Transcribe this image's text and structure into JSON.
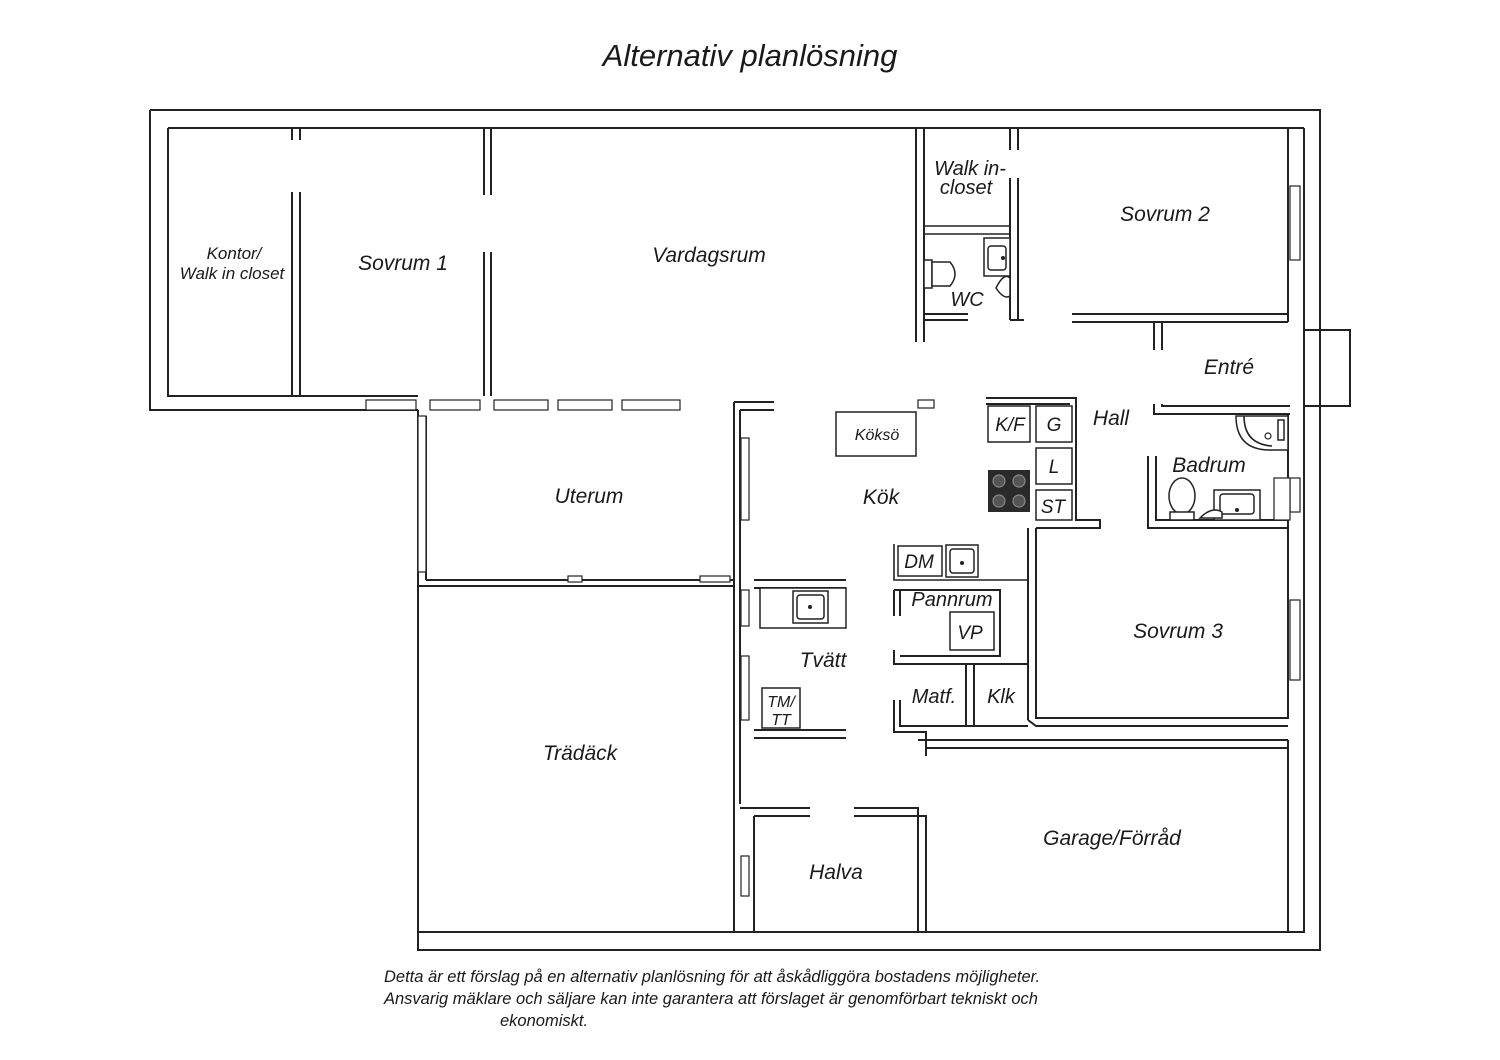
{
  "title": "Alternativ planlösning",
  "rooms": {
    "kontor_line1": "Kontor/",
    "kontor_line2": "Walk in closet",
    "sovrum1": "Sovrum 1",
    "vardagsrum": "Vardagsrum",
    "walkin_line1": "Walk in-",
    "walkin_line2": "closet",
    "wc": "WC",
    "sovrum2": "Sovrum 2",
    "entre": "Entré",
    "hall": "Hall",
    "badrum": "Badrum",
    "uterum": "Uterum",
    "kok": "Kök",
    "kokso": "Köksö",
    "sovrum3": "Sovrum 3",
    "tvatt": "Tvätt",
    "pannrum": "Pannrum",
    "matf": "Matf.",
    "klk": "Klk",
    "tradack": "Trädäck",
    "halva": "Halva",
    "garage": "Garage/Förråd"
  },
  "fixtures": {
    "kf": "K/F",
    "g": "G",
    "l": "L",
    "st": "ST",
    "dm": "DM",
    "vp": "VP",
    "tmtt_line1": "TM/",
    "tmtt_line2": "TT"
  },
  "disclaimer": {
    "line1": "Detta är ett förslag på en alternativ planlösning för att åskådliggöra bostadens möjligheter.",
    "line2": "Ansvarig mäklare och säljare kan inte garantera att förslaget är genomförbart tekniskt och",
    "line3": "ekonomiskt."
  }
}
